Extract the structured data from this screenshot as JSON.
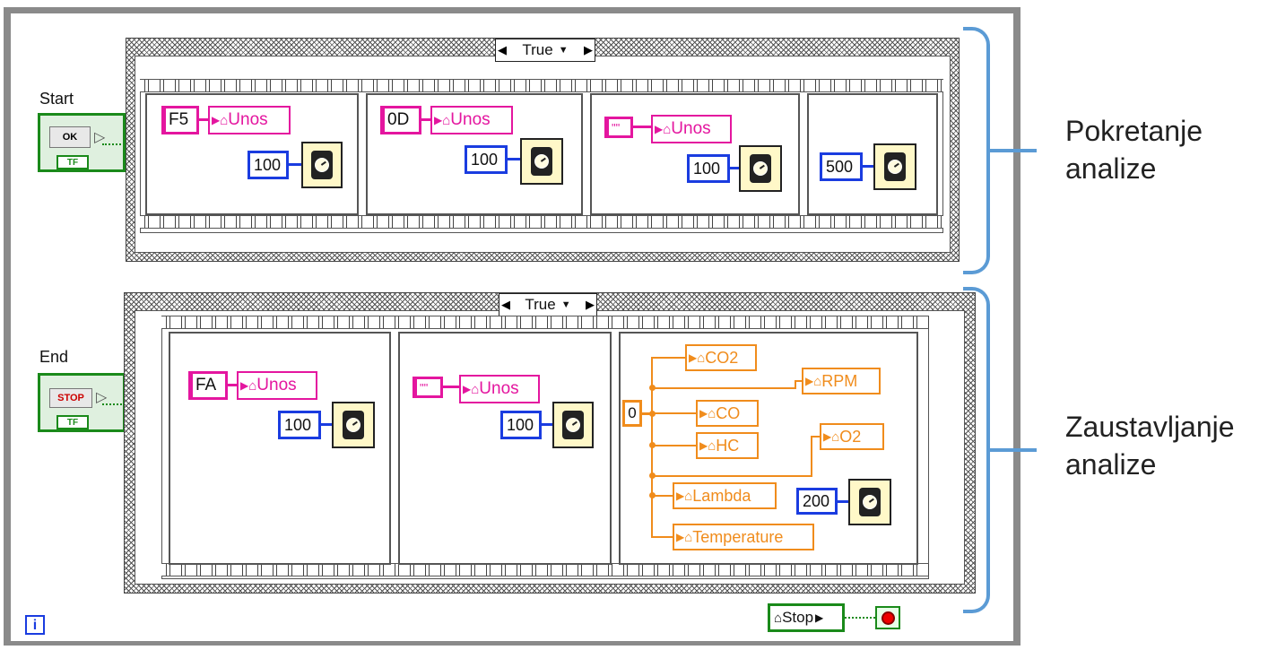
{
  "controls": {
    "start": {
      "label": "Start",
      "button_text": "OK",
      "tf": "TF",
      "terminal": "?"
    },
    "end": {
      "label": "End",
      "button_text": "STOP",
      "tf": "TF",
      "terminal": "?"
    }
  },
  "case_top": {
    "selector": "True",
    "frames": [
      {
        "const": "F5",
        "local_var": "Unos",
        "wait_ms": "100"
      },
      {
        "const": "0D",
        "local_var": "Unos",
        "wait_ms": "100"
      },
      {
        "const": "\"\"",
        "local_var": "Unos",
        "wait_ms": "100"
      },
      {
        "wait_ms": "500"
      }
    ]
  },
  "case_bottom": {
    "selector": "True",
    "frames": [
      {
        "const": "FA",
        "local_var": "Unos",
        "wait_ms": "100"
      },
      {
        "const": "\"\"",
        "local_var": "Unos",
        "wait_ms": "100"
      },
      {
        "const": "0",
        "local_vars": [
          "CO2",
          "RPM",
          "CO",
          "O2",
          "HC",
          "Lambda",
          "Temperature"
        ],
        "wait_ms": "200"
      }
    ]
  },
  "stop_var": "Stop",
  "iteration_terminal": "i",
  "annotations": {
    "top": [
      "Pokretanje",
      "analize"
    ],
    "bottom": [
      "Zaustavljanje",
      "analize"
    ]
  },
  "colors": {
    "string": "#e4169f",
    "numeric": "#1a3ce0",
    "dbl": "#f08c1c",
    "boolean": "#1a8a1a",
    "brace": "#5b9bd5"
  }
}
